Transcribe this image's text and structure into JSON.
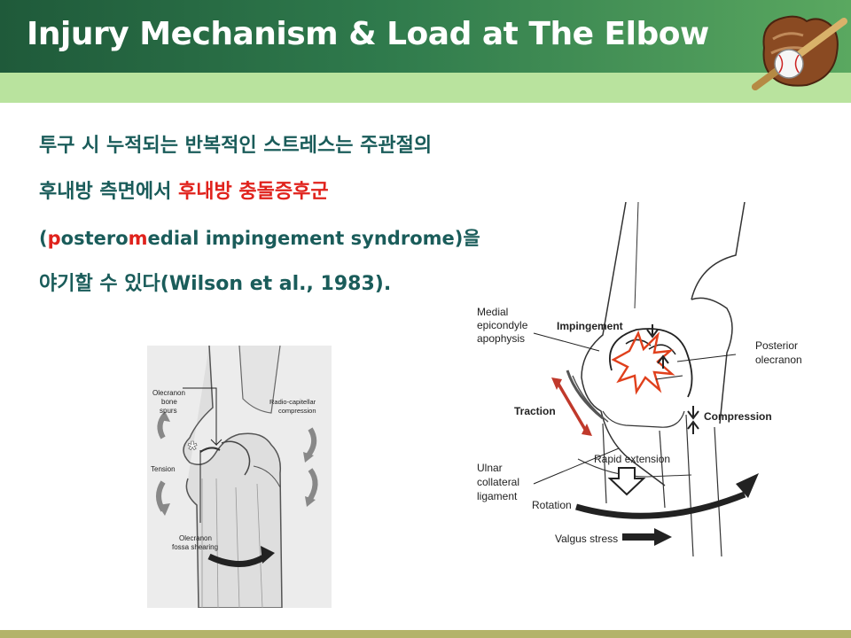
{
  "slide": {
    "title": "Injury Mechanism & Load at The Elbow"
  },
  "paragraph": {
    "line1": "투구 시 누적되는 반복적인 스트레스는 주관절의",
    "line2_prefix": "후내방 측면에서 ",
    "line2_highlight": "후내방 충돌증후군",
    "line3_open": "(",
    "line3_p": "p",
    "line3_ostero": "ostero",
    "line3_m": "m",
    "line3_rest": "edial impingement syndrome)을",
    "line4": "야기할 수 있다(Wilson et al., 1983)."
  },
  "figure_left": {
    "label_spurs": [
      "Olecranon",
      "bone",
      "spurs"
    ],
    "label_radio": [
      "Radio-capitellar",
      "compression"
    ],
    "label_tension": "Tension",
    "label_fossa": [
      "Olecranon",
      "fossa shearing"
    ],
    "asterisk": "*"
  },
  "figure_right": {
    "label_medial": [
      "Medial",
      "epicondyle",
      "apophysis"
    ],
    "label_impingement": "Impingement",
    "label_posterior": [
      "Posterior",
      "olecranon"
    ],
    "label_traction": "Traction",
    "label_compression": "Compression",
    "label_rapid": "Rapid extension",
    "label_ulnar": [
      "Ulnar",
      "collateral",
      "ligament"
    ],
    "label_rotation": "Rotation",
    "label_valgus": "Valgus stress"
  },
  "colors": {
    "header_dark": "#1f5a3a",
    "header_light": "#5aa860",
    "band": "#b9e39e",
    "text_teal": "#1a5c5a",
    "highlight_red": "#e0221c",
    "bottom_bar": "#b3b36a"
  }
}
